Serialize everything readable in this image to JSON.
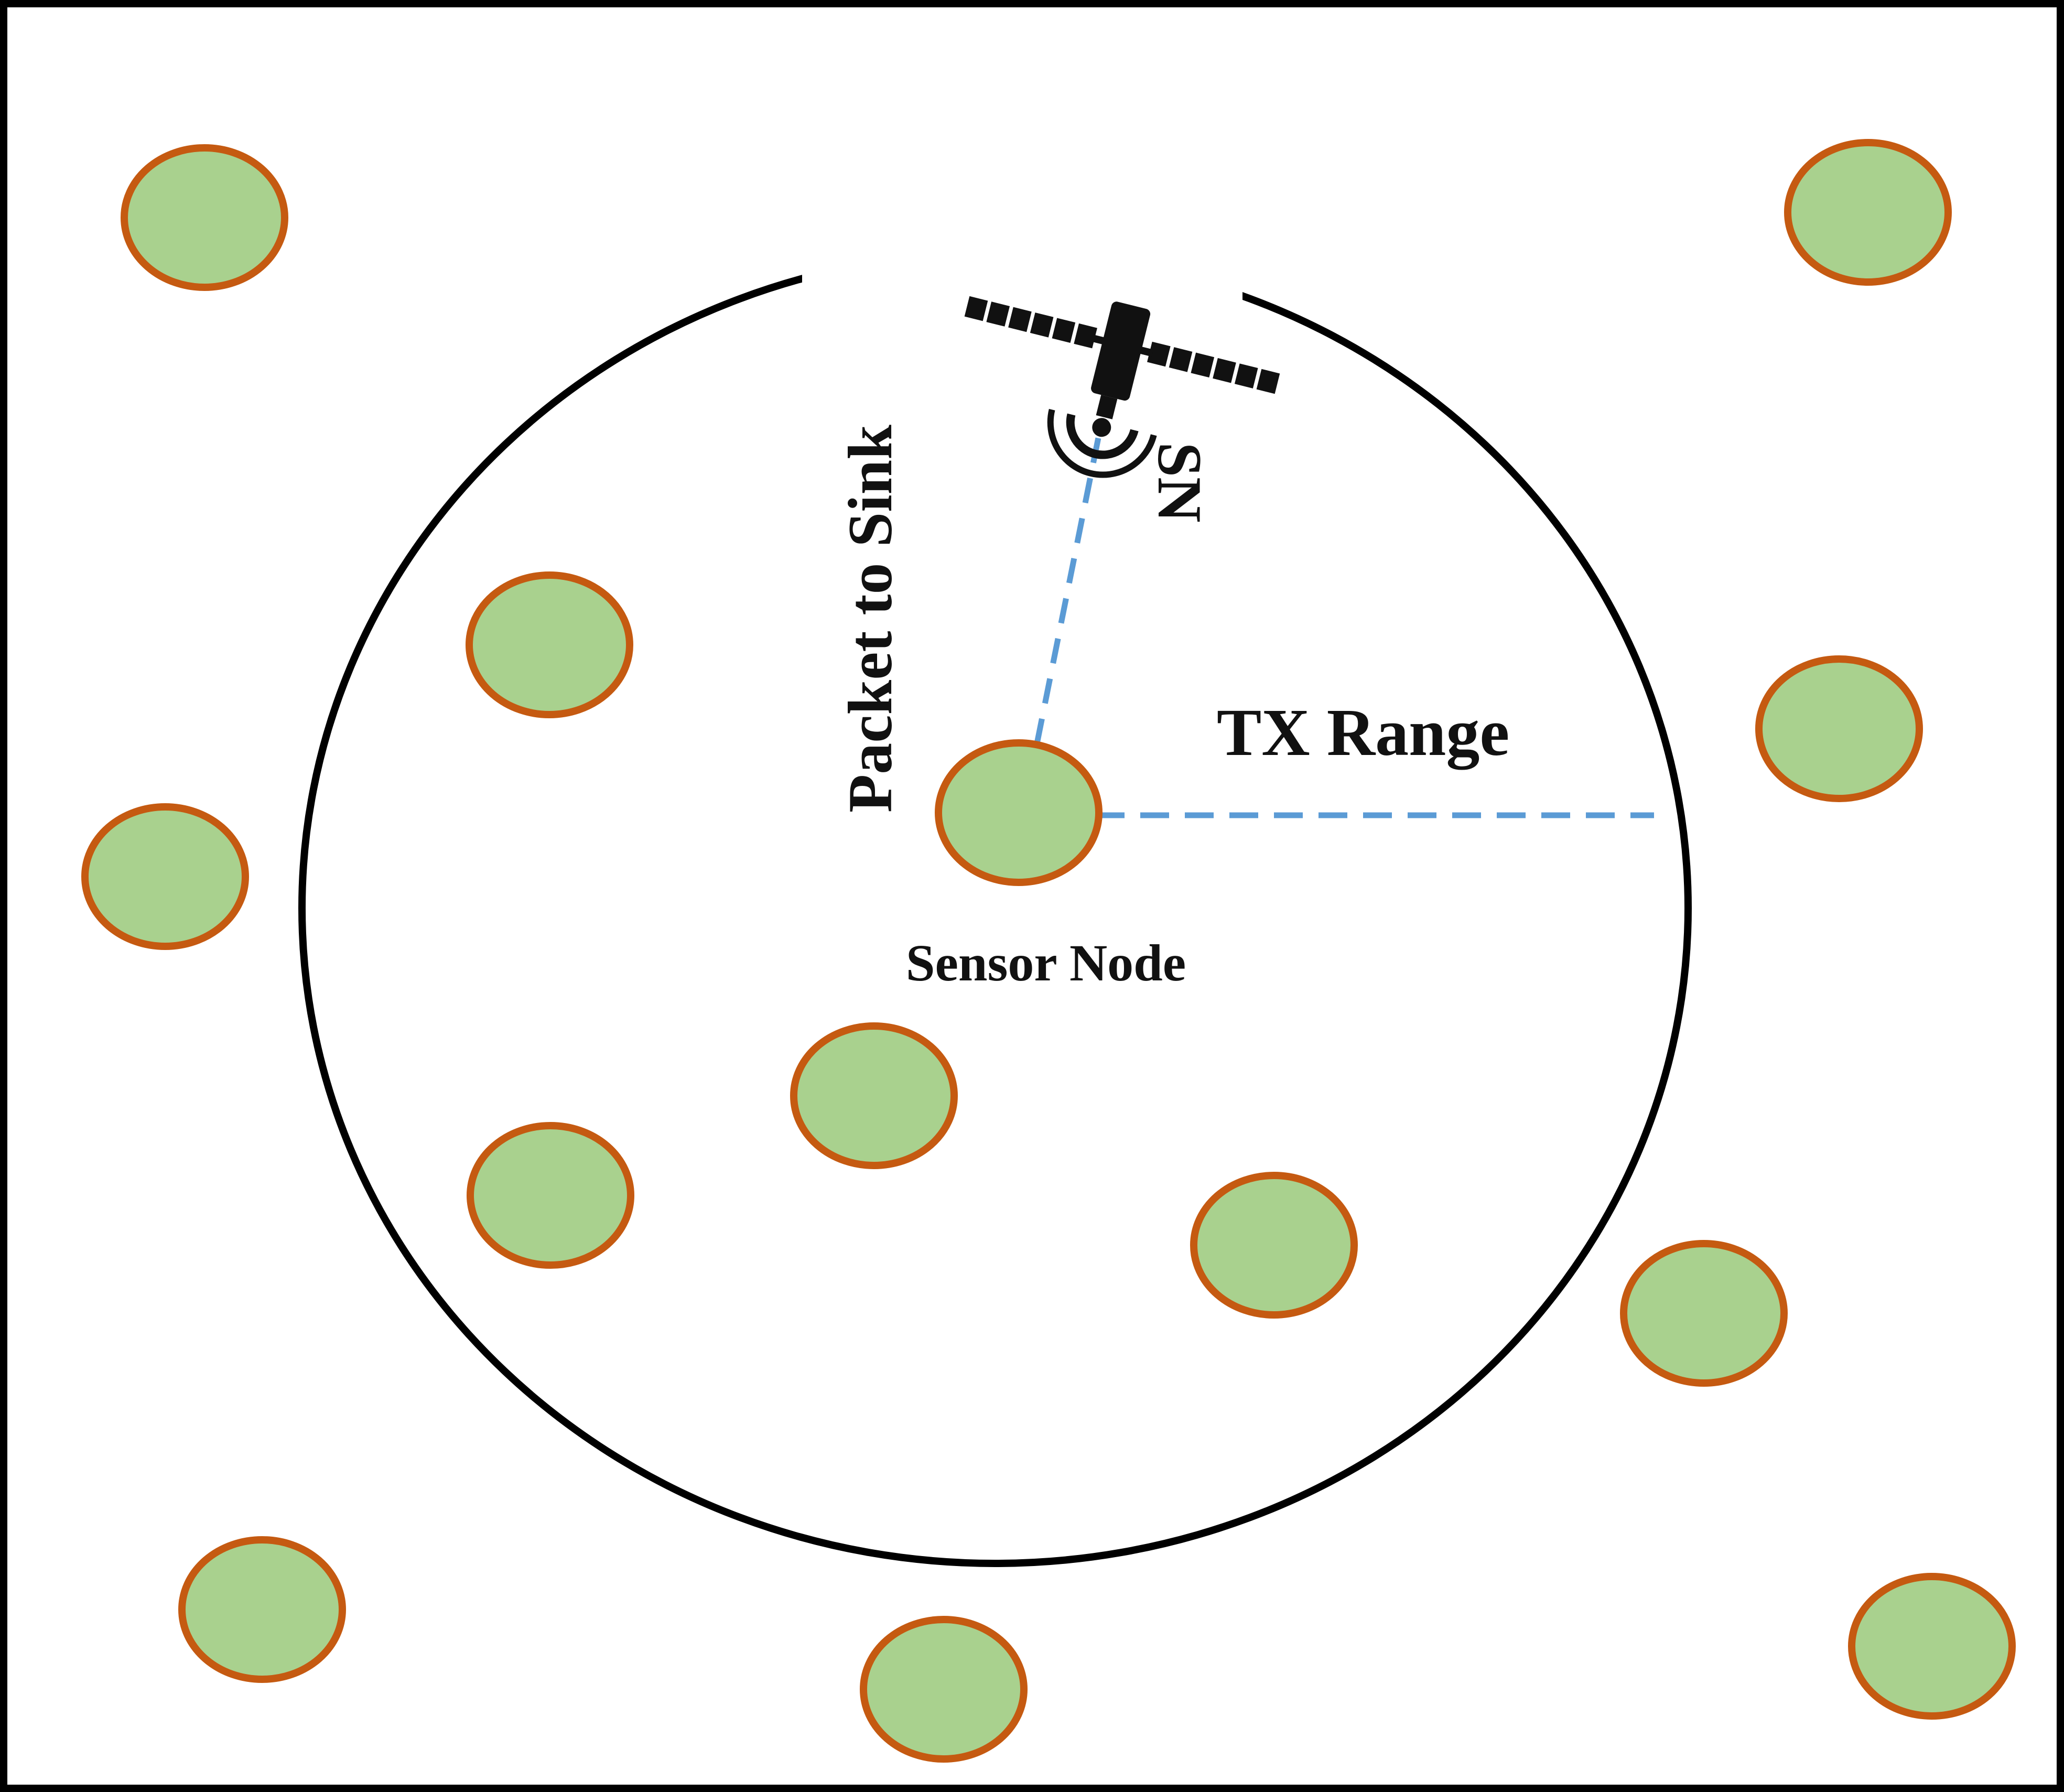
{
  "labels": {
    "packet_to_sink": "Packet to Sink",
    "sn": "SN",
    "tx_range": "TX Range",
    "sensor_node": "Sensor Node"
  },
  "colors": {
    "node_fill": "#a9d18e",
    "node_stroke": "#c55a11",
    "link": "#5b9bd5",
    "range_circle": "#000000",
    "frame": "#000000"
  },
  "icons": {
    "sink": "satellite-icon"
  }
}
